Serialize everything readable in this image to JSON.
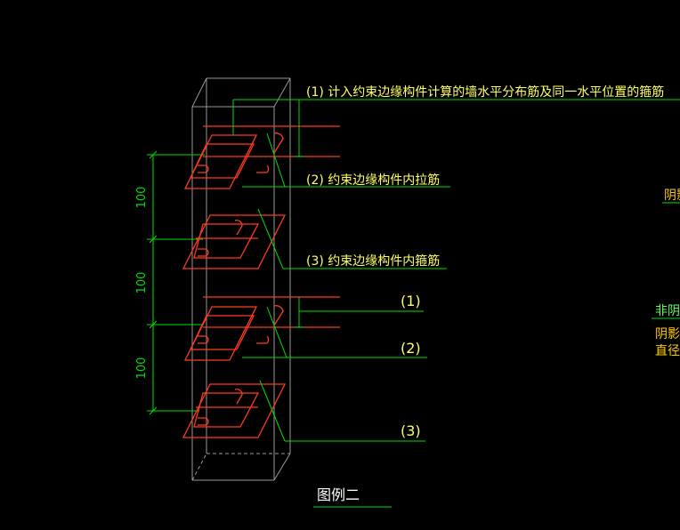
{
  "colors": {
    "background": "#000000",
    "leader": "#00ff00",
    "label": "#ffff66",
    "rebar": "#ff3b1f",
    "dimension": "#00e000",
    "column": "#9a9a9a",
    "side_note_yellow": "#ffcc00",
    "side_note_green": "#66ff66"
  },
  "labels": {
    "note1": "(1) 计入约束边缘构件计算的墙水平分布筋及同一水平位置的箍筋",
    "note2": "(2) 约束边缘构件内拉筋",
    "note3": "(3) 约束边缘构件内箍筋",
    "callout1": "(1)",
    "callout2": "(2)",
    "callout3": "(3)",
    "caption": "图例二"
  },
  "dimensions": {
    "spacing_1": "100",
    "spacing_2": "100",
    "spacing_3": "100"
  },
  "side_notes": {
    "shadow_top": "阴影",
    "non_shadow": "非阴影",
    "shadow_mid": "阴影区",
    "diameter": "直径计"
  }
}
